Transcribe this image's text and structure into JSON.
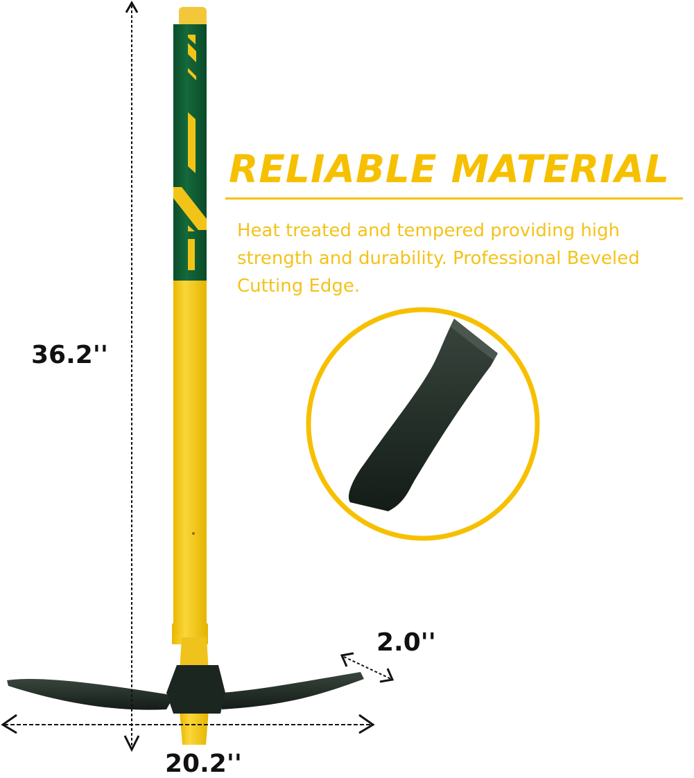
{
  "feature": {
    "heading": "RELIABLE MATERIAL",
    "description": "Heat treated and tempered providing high strength and durability. Professional Beveled Cutting Edge."
  },
  "dimensions": {
    "length": "36.2''",
    "width": "20.2''",
    "blade_width": "2.0''"
  },
  "colors": {
    "accent_yellow": "#f6c000",
    "handle_green": "#0f5a32",
    "steel_dark": "#1f2a24"
  }
}
